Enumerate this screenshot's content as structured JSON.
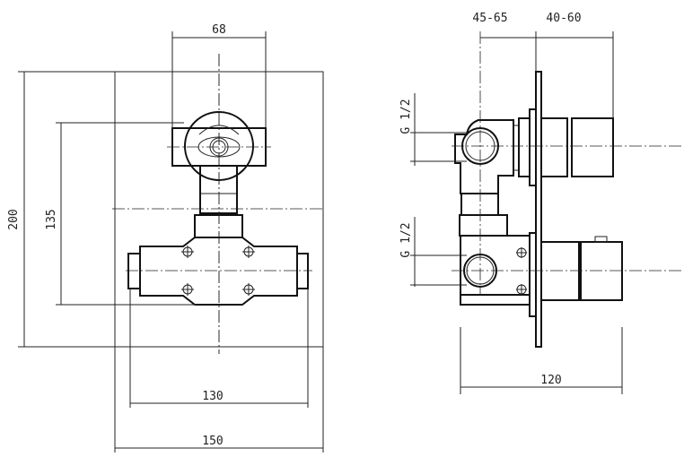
{
  "front_view": {
    "dim_width_plate": "150",
    "dim_width_body": "130",
    "dim_height_plate": "200",
    "dim_height_inner": "135",
    "dim_handle_width": "68"
  },
  "side_view": {
    "dim_depth_body": "45-65",
    "dim_depth_handle": "40-60",
    "dim_total_depth": "120",
    "thread_top": "G 1/2",
    "thread_bottom": "G 1/2"
  }
}
